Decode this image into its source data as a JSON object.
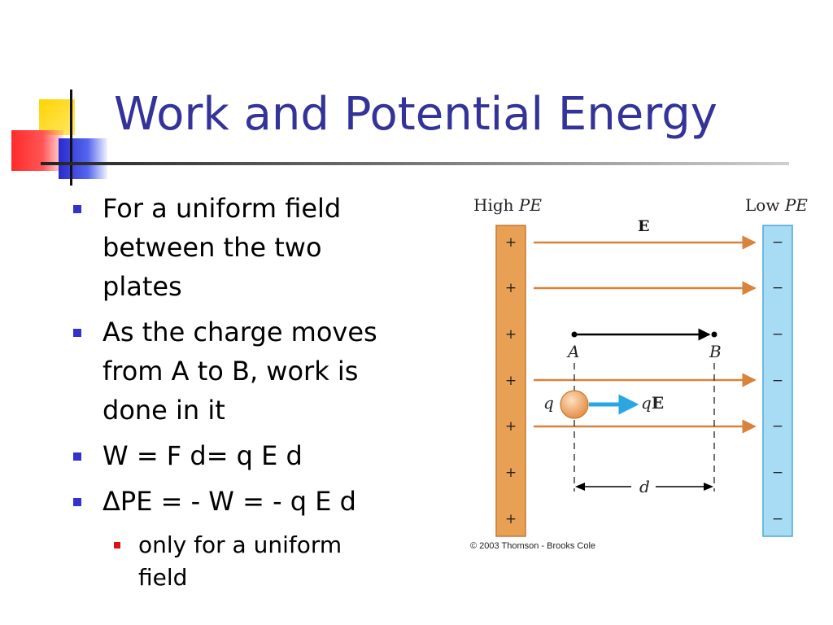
{
  "slide": {
    "title": "Work and Potential Energy",
    "bullets": [
      "For a uniform field between the two plates",
      "As the charge moves from A to B, work is done in it",
      "W = F d= q E d",
      "ΔPE = - W = - q E d"
    ],
    "sub_bullet": "only for a uniform field"
  },
  "figure": {
    "high_pe_label": "High",
    "high_pe_italic": "PE",
    "low_pe_label": "Low",
    "low_pe_italic": "PE",
    "field_label": "E",
    "plus_sign": "+",
    "minus_sign": "−",
    "point_a": "A",
    "point_b": "B",
    "charge_label": "q",
    "force_label_q": "q",
    "force_label_e": "E",
    "distance_label": "d",
    "copyright": "© 2003 Thomson - Brooks Cole"
  },
  "colors": {
    "title": "#333399",
    "bullet": "#3333cc",
    "sub_bullet": "#dd1111",
    "positive_plate": "#e8a055",
    "negative_plate": "#a8dcf4",
    "field_arrow": "#d9823a",
    "force_arrow": "#2aa7e0",
    "charge": "#f2b47a"
  }
}
